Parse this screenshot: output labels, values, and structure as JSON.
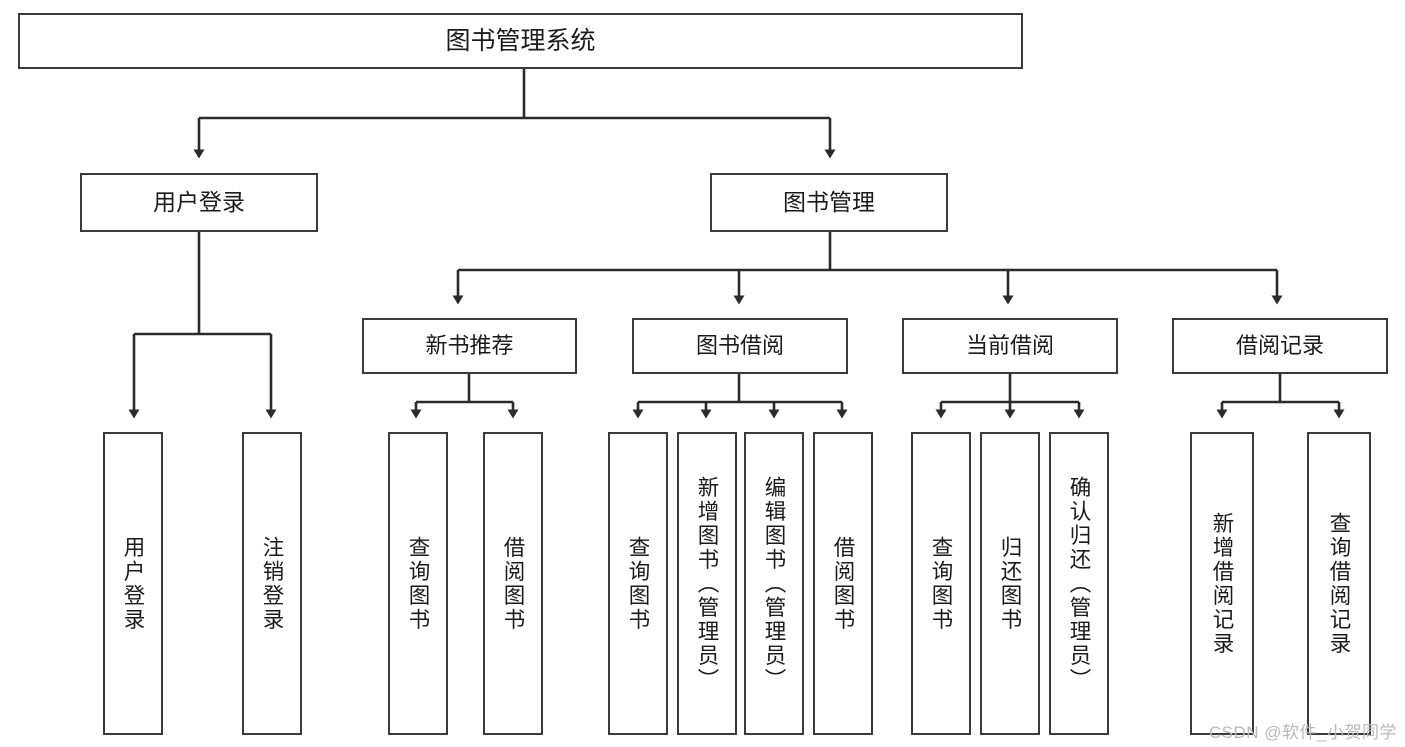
{
  "diagram": {
    "title": "图书管理系统",
    "type": "tree-hierarchy-chart",
    "colors": {
      "box_border": "#3a3a3a",
      "box_fill": "#ffffff",
      "connector": "#2b2b2b",
      "text": "#1b1b1b",
      "watermark": "#b9b9b9"
    },
    "root": {
      "label": "图书管理系统"
    },
    "level2": [
      {
        "label": "用户登录"
      },
      {
        "label": "图书管理"
      }
    ],
    "level3": [
      {
        "label": "新书推荐"
      },
      {
        "label": "图书借阅"
      },
      {
        "label": "当前借阅"
      },
      {
        "label": "借阅记录"
      }
    ],
    "leaves": {
      "user_login": [
        {
          "label": "用户登录"
        },
        {
          "label": "注销登录"
        }
      ],
      "new_book_recommend": [
        {
          "label": "查询图书"
        },
        {
          "label": "借阅图书"
        }
      ],
      "book_borrow": [
        {
          "label": "查询图书"
        },
        {
          "label": "新增图书（管理员）"
        },
        {
          "label": "编辑图书（管理员）"
        },
        {
          "label": "借阅图书"
        }
      ],
      "current_borrow": [
        {
          "label": "查询图书"
        },
        {
          "label": "归还图书"
        },
        {
          "label": "确认归还（管理员）"
        }
      ],
      "borrow_record": [
        {
          "label": "新增借阅记录"
        },
        {
          "label": "查询借阅记录"
        }
      ]
    },
    "watermark": "CSDN @软件_小贺同学"
  }
}
